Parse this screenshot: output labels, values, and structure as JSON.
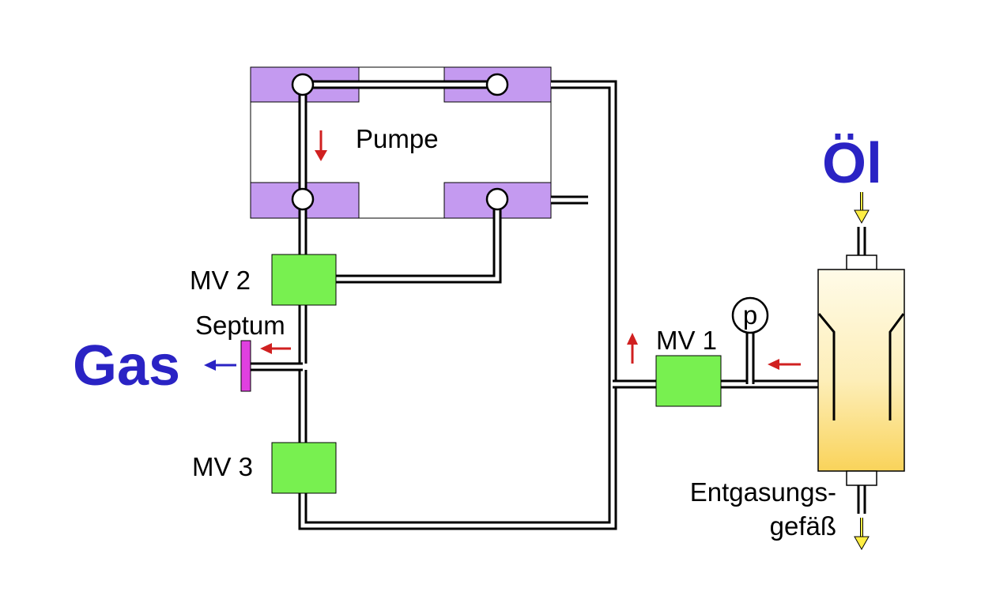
{
  "labels": {
    "pump": "Pumpe",
    "mv1": "MV 1",
    "mv2": "MV 2",
    "mv3": "MV 3",
    "septum": "Septum",
    "gas": "Gas",
    "oil": "Öl",
    "pressure": "p",
    "vessel_line1": "Entgasungs-",
    "vessel_line2": "gefäß"
  },
  "colors": {
    "pump_block": "#c49af0",
    "valve": "#78f050",
    "septum": "#e040e0",
    "flow_arrow": "#d02020",
    "gas_arrow": "#2a23c4",
    "oil_arrow": "#ffee44",
    "title_blue": "#2a23c4",
    "vessel_top": "#fffbe6",
    "vessel_bottom": "#f9d25a"
  }
}
